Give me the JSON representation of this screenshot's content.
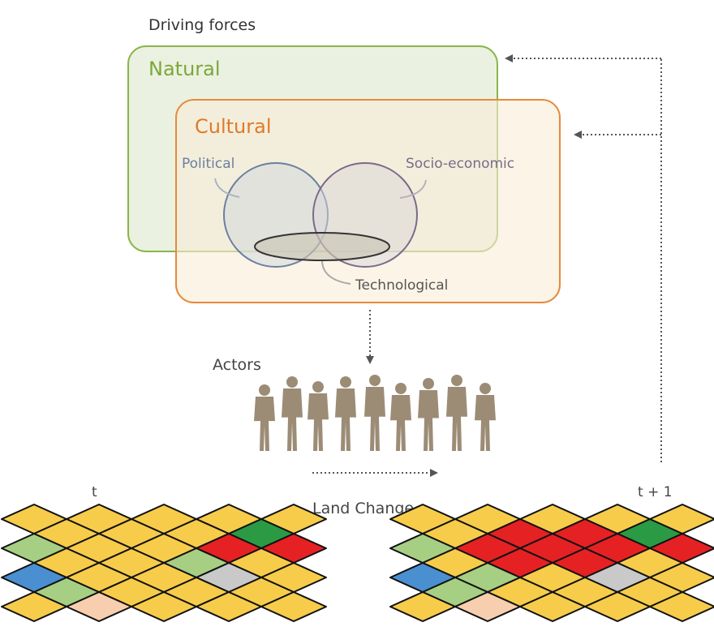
{
  "labels": {
    "driving_forces": "Driving forces",
    "natural": "Natural",
    "cultural": "Cultural",
    "political": "Political",
    "socio_economic": "Socio-economic",
    "technological": "Technological",
    "actors": "Actors",
    "t": "t",
    "t_plus_1": "t + 1",
    "land_change": "Land Change"
  },
  "colors": {
    "natural": "#8ab54a",
    "natural_text": "#7ba83a",
    "cultural": "#e8893a",
    "cultural_text": "#e07a2a",
    "political": "#6a7fa0",
    "socio": "#7a6a8a",
    "silhouette": "#9c8c76",
    "arrow": "#555555"
  },
  "land_palette": {
    "Y": "#f7cc4b",
    "R": "#e52124",
    "G": "#2b9a45",
    "L": "#a6cf83",
    "S": "#c9c9c9",
    "P": "#f8cfae",
    "B": "#4a8fd0"
  },
  "grid_t": [
    [
      "Y",
      "Y",
      "Y",
      "Y",
      "Y"
    ],
    [
      "Y",
      "Y",
      "Y",
      "G",
      "R"
    ],
    [
      "L",
      "Y",
      "Y",
      "R",
      "R"
    ],
    [
      "Y",
      "Y",
      "L",
      "Y",
      "Y"
    ],
    [
      "B",
      "Y",
      "Y",
      "S",
      "Y"
    ],
    [
      "L",
      "Y",
      "Y",
      "Y",
      "Y"
    ],
    [
      "Y",
      "P",
      "Y",
      "Y",
      "Y"
    ]
  ],
  "grid_t1": [
    [
      "Y",
      "Y",
      "Y",
      "Y",
      "Y"
    ],
    [
      "Y",
      "R",
      "R",
      "G",
      "R"
    ],
    [
      "L",
      "R",
      "R",
      "R",
      "R"
    ],
    [
      "Y",
      "R",
      "R",
      "Y",
      "Y"
    ],
    [
      "B",
      "L",
      "Y",
      "S",
      "Y"
    ],
    [
      "L",
      "Y",
      "Y",
      "Y",
      "Y"
    ],
    [
      "Y",
      "P",
      "Y",
      "Y",
      "Y"
    ]
  ],
  "actor_count": 9
}
